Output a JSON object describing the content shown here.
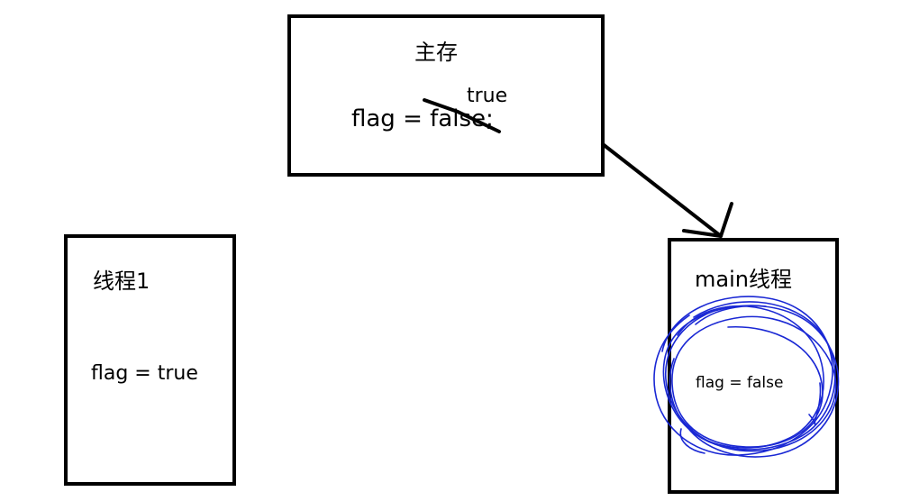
{
  "main_memory": {
    "title": "主存",
    "flag_text": "flag = false;",
    "overwrite_text": "true"
  },
  "thread1": {
    "title": "线程1",
    "flag_text": "flag = true"
  },
  "main_thread": {
    "title": "main线程",
    "flag_text": "flag = false"
  },
  "colors": {
    "ink": "#000000",
    "scribble": "#1a28d4"
  }
}
